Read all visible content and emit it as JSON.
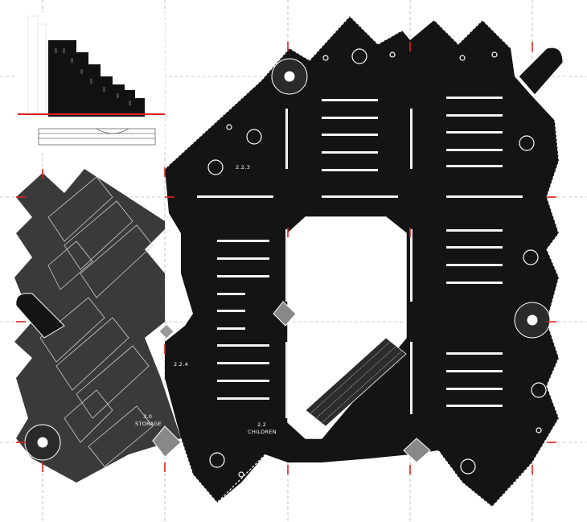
{
  "labels": {
    "room_223": "2.2.3",
    "room_224": "2.2.4",
    "storage_num": "3.0",
    "storage_name": "STORAGE",
    "children_num": "2.2",
    "children_name": "CHILDREN"
  },
  "colors": {
    "floor": "#1a1a1a",
    "storage_floor": "#3a3a3a",
    "section_line": "#e02020",
    "grid": "#999999",
    "background": "#ffffff"
  }
}
